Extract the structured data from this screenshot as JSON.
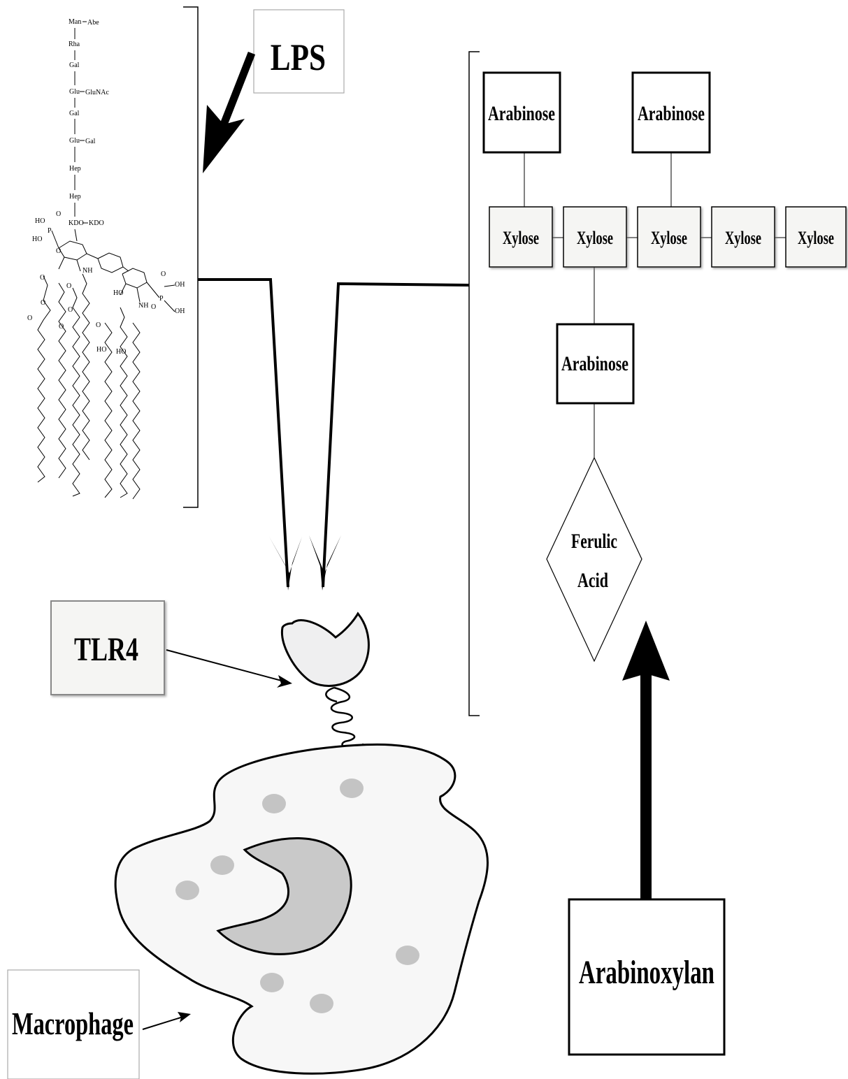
{
  "labels": {
    "lps": "LPS",
    "tlr4": "TLR4",
    "macrophage": "Macrophage",
    "arabinoxylan": "Arabinoxylan",
    "ferulic_line1": "Ferulic",
    "ferulic_line2": "Acid"
  },
  "arabinoxylan_structure": {
    "arabinose": [
      "Arabinose",
      "Arabinose",
      "Arabinose"
    ],
    "xylose": [
      "Xylose",
      "Xylose",
      "Xylose",
      "Xylose",
      "Xylose"
    ]
  },
  "lps_structure": {
    "oligosaccharide_chain": [
      "Man",
      "Rha",
      "Gal",
      "Glu",
      "Gal",
      "Glu",
      "Hep",
      "Hep",
      "KDO"
    ],
    "branches": [
      "Abe",
      "GluNAc",
      "Gal",
      "KDO"
    ],
    "lipid_a_groups": [
      "HO",
      "HO",
      "O",
      "P",
      "O",
      "NH",
      "HO",
      "O",
      "P",
      "OH",
      "OH",
      "O",
      "NH",
      "O",
      "O",
      "O",
      "O",
      "O",
      "O",
      "O",
      "HO",
      "HO"
    ]
  },
  "colors": {
    "box_fill": "#f5f5f3",
    "receptor_fill": "#efeff0",
    "nucleus_fill": "#c9c9c9",
    "granule_fill": "#c4c4c4",
    "cell_fill": "#f7f7f7",
    "stroke": "#000000"
  }
}
